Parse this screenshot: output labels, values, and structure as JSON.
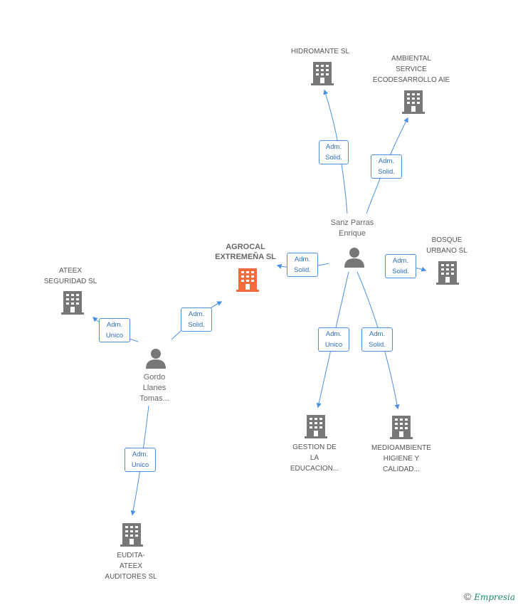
{
  "main_company": {
    "label": "AGROCAL\nEXTREMEÑA SL",
    "color": "#f26b3a"
  },
  "people": [
    {
      "id": "sanz",
      "label": "Sanz Parras\nEnrique"
    },
    {
      "id": "gordo",
      "label": "Gordo\nLlanes\nTomas..."
    }
  ],
  "companies": [
    {
      "id": "hidromante",
      "label": "HIDROMANTE SL"
    },
    {
      "id": "ambiental",
      "label": "AMBIENTAL\nSERVICE\nECODESARROLLO AIE"
    },
    {
      "id": "bosque",
      "label": "BOSQUE\nURBANO SL"
    },
    {
      "id": "gestion",
      "label": "GESTION DE\nLA\nEDUCACION..."
    },
    {
      "id": "medioambiente",
      "label": "MEDIOAMBIENTE\nHIGIENE Y\nCALIDAD..."
    },
    {
      "id": "ateex",
      "label": "ATEEX\nSEGURIDAD SL"
    },
    {
      "id": "eudita",
      "label": "EUDITA-\nATEEX\nAUDITORES SL"
    }
  ],
  "edges": [
    {
      "from": "sanz",
      "to": "hidromante",
      "label": "Adm.\nSolid."
    },
    {
      "from": "sanz",
      "to": "ambiental",
      "label": "Adm.\nSolid."
    },
    {
      "from": "sanz",
      "to": "agrocal",
      "label": "Adm.\nSolid."
    },
    {
      "from": "sanz",
      "to": "bosque",
      "label": "Adm.\nSolid."
    },
    {
      "from": "sanz",
      "to": "gestion",
      "label": "Adm.\nUnico"
    },
    {
      "from": "sanz",
      "to": "medioambiente",
      "label": "Adm.\nSolid."
    },
    {
      "from": "gordo",
      "to": "agrocal",
      "label": "Adm.\nSolid."
    },
    {
      "from": "gordo",
      "to": "ateex",
      "label": "Adm.\nUnico"
    },
    {
      "from": "gordo",
      "to": "eudita",
      "label": "Adm.\nUnico"
    }
  ],
  "colors": {
    "edge": "#4a90e2",
    "building": "#777777",
    "person": "#777777"
  },
  "footer": {
    "copyright": "©",
    "brand": "Empresia"
  }
}
